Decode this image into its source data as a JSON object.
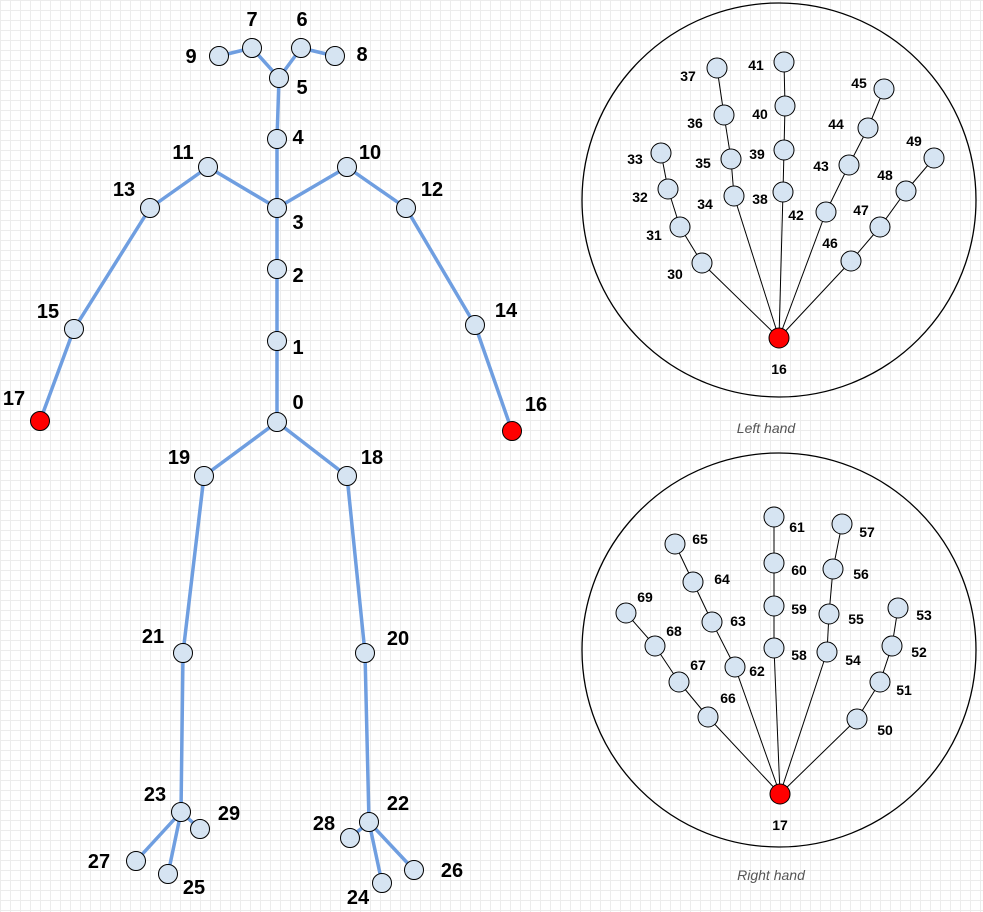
{
  "body": {
    "joints": [
      "0",
      "1",
      "2",
      "3",
      "4",
      "5",
      "6",
      "7",
      "8",
      "9",
      "10",
      "11",
      "12",
      "13",
      "14",
      "15",
      "16",
      "17",
      "18",
      "19",
      "20",
      "21",
      "22",
      "23",
      "24",
      "25",
      "26",
      "27",
      "28",
      "29"
    ],
    "end_joints": [
      "16",
      "17"
    ]
  },
  "left_hand": {
    "caption": "Left hand",
    "wrist": "16",
    "joints": [
      "30",
      "31",
      "32",
      "33",
      "34",
      "35",
      "36",
      "37",
      "38",
      "39",
      "40",
      "41",
      "42",
      "43",
      "44",
      "45",
      "46",
      "47",
      "48",
      "49"
    ]
  },
  "right_hand": {
    "caption": "Right hand",
    "wrist": "17",
    "joints": [
      "50",
      "51",
      "52",
      "53",
      "54",
      "55",
      "56",
      "57",
      "58",
      "59",
      "60",
      "61",
      "62",
      "63",
      "64",
      "65",
      "66",
      "67",
      "68",
      "69"
    ]
  },
  "colors": {
    "bone": "#6f9ee0",
    "joint_fill": "#d6e4f2",
    "end_joint": "#ff0000",
    "hand_bone": "#000000"
  }
}
